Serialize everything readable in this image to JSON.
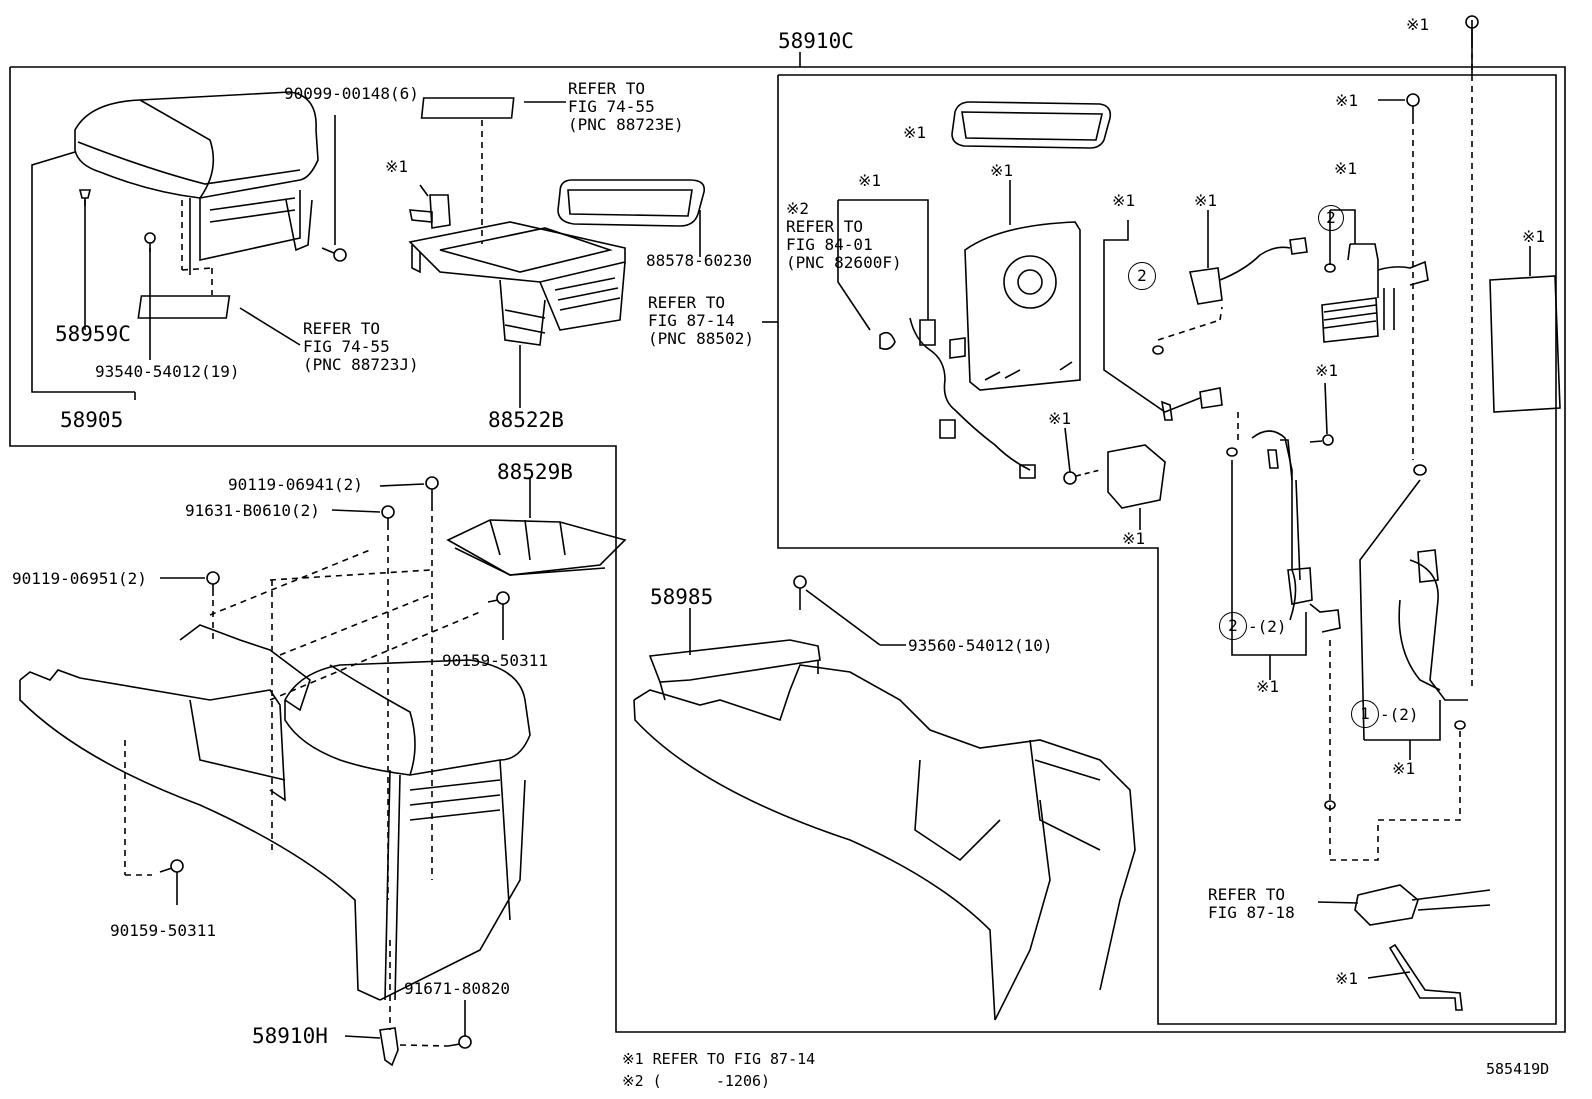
{
  "labels": {
    "top_assembly": "58910C",
    "mark1_top": "※1",
    "bolt_90099": "90099-00148(6)",
    "refer_74_55_e": "REFER TO\nFIG 74-55\n(PNC 88723E)",
    "mark1_a": "※1",
    "part_88578": "88578-60230",
    "part_58959C": "58959C",
    "part_93540": "93540-54012(19)",
    "part_58905": "58905",
    "refer_74_55_j": "REFER TO\nFIG 74-55\n(PNC 88723J)",
    "part_88522B": "88522B",
    "refer_87_14": "REFER TO\nFIG 87-14\n(PNC 88502)",
    "mark1_gasket": "※1",
    "mark1_b": "※1",
    "mark2_refer": "※2\nREFER TO\nFIG 84-01\n(PNC 82600F)",
    "mark1_c": "※1",
    "mark1_d": "※1",
    "mark1_e": "※1",
    "mark1_f": "※1",
    "mark1_g": "※1",
    "mark1_h": "※1",
    "mark1_i": "※1",
    "mark1_j": "※1",
    "mark1_k": "※1",
    "mark1_l": "※1",
    "mark1_m": "※1",
    "mark1_n": "※1",
    "circle_2a": "2",
    "circle_2b": "2",
    "circle_2c": "2",
    "circle_1": "1",
    "qty_2a": "-(2)",
    "qty_2b": "-(2)",
    "refer_87_18": "REFER TO\nFIG 87-18",
    "part_90119_06941": "90119-06941(2)",
    "part_91631": "91631-B0610(2)",
    "part_88529B": "88529B",
    "part_90119_06951": "90119-06951(2)",
    "part_90159_a": "90159-50311",
    "part_90159_b": "90159-50311",
    "part_58985": "58985",
    "part_93560": "93560-54012(10)",
    "part_91671": "91671-80820",
    "part_58910H": "58910H",
    "footnote_1": "※1 REFER TO FIG 87-14",
    "footnote_2": "※2 (      -1206)",
    "diagram_id": "585419D"
  }
}
